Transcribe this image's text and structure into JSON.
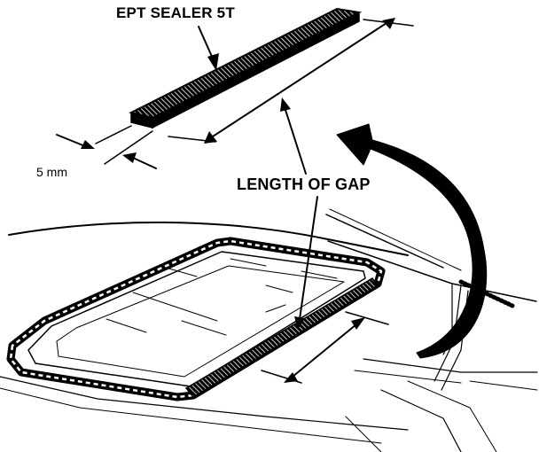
{
  "labels": {
    "sealer": "EPT SEALER 5T",
    "gap": "LENGTH OF GAP",
    "thickness": "5 mm"
  },
  "colors": {
    "ink": "#000000",
    "paper": "#ffffff"
  }
}
